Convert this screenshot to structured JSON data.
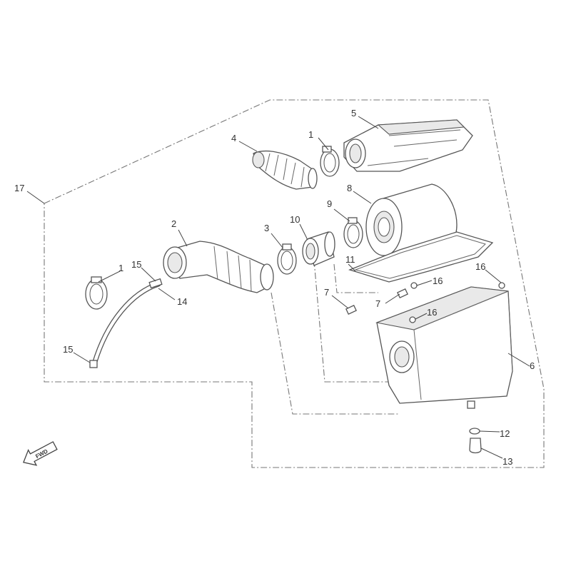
{
  "callouts": [
    "1",
    "2",
    "3",
    "4",
    "5",
    "6",
    "7",
    "8",
    "9",
    "10",
    "11",
    "12",
    "13",
    "14",
    "15",
    "16",
    "17"
  ],
  "fwd_label": "FWD"
}
